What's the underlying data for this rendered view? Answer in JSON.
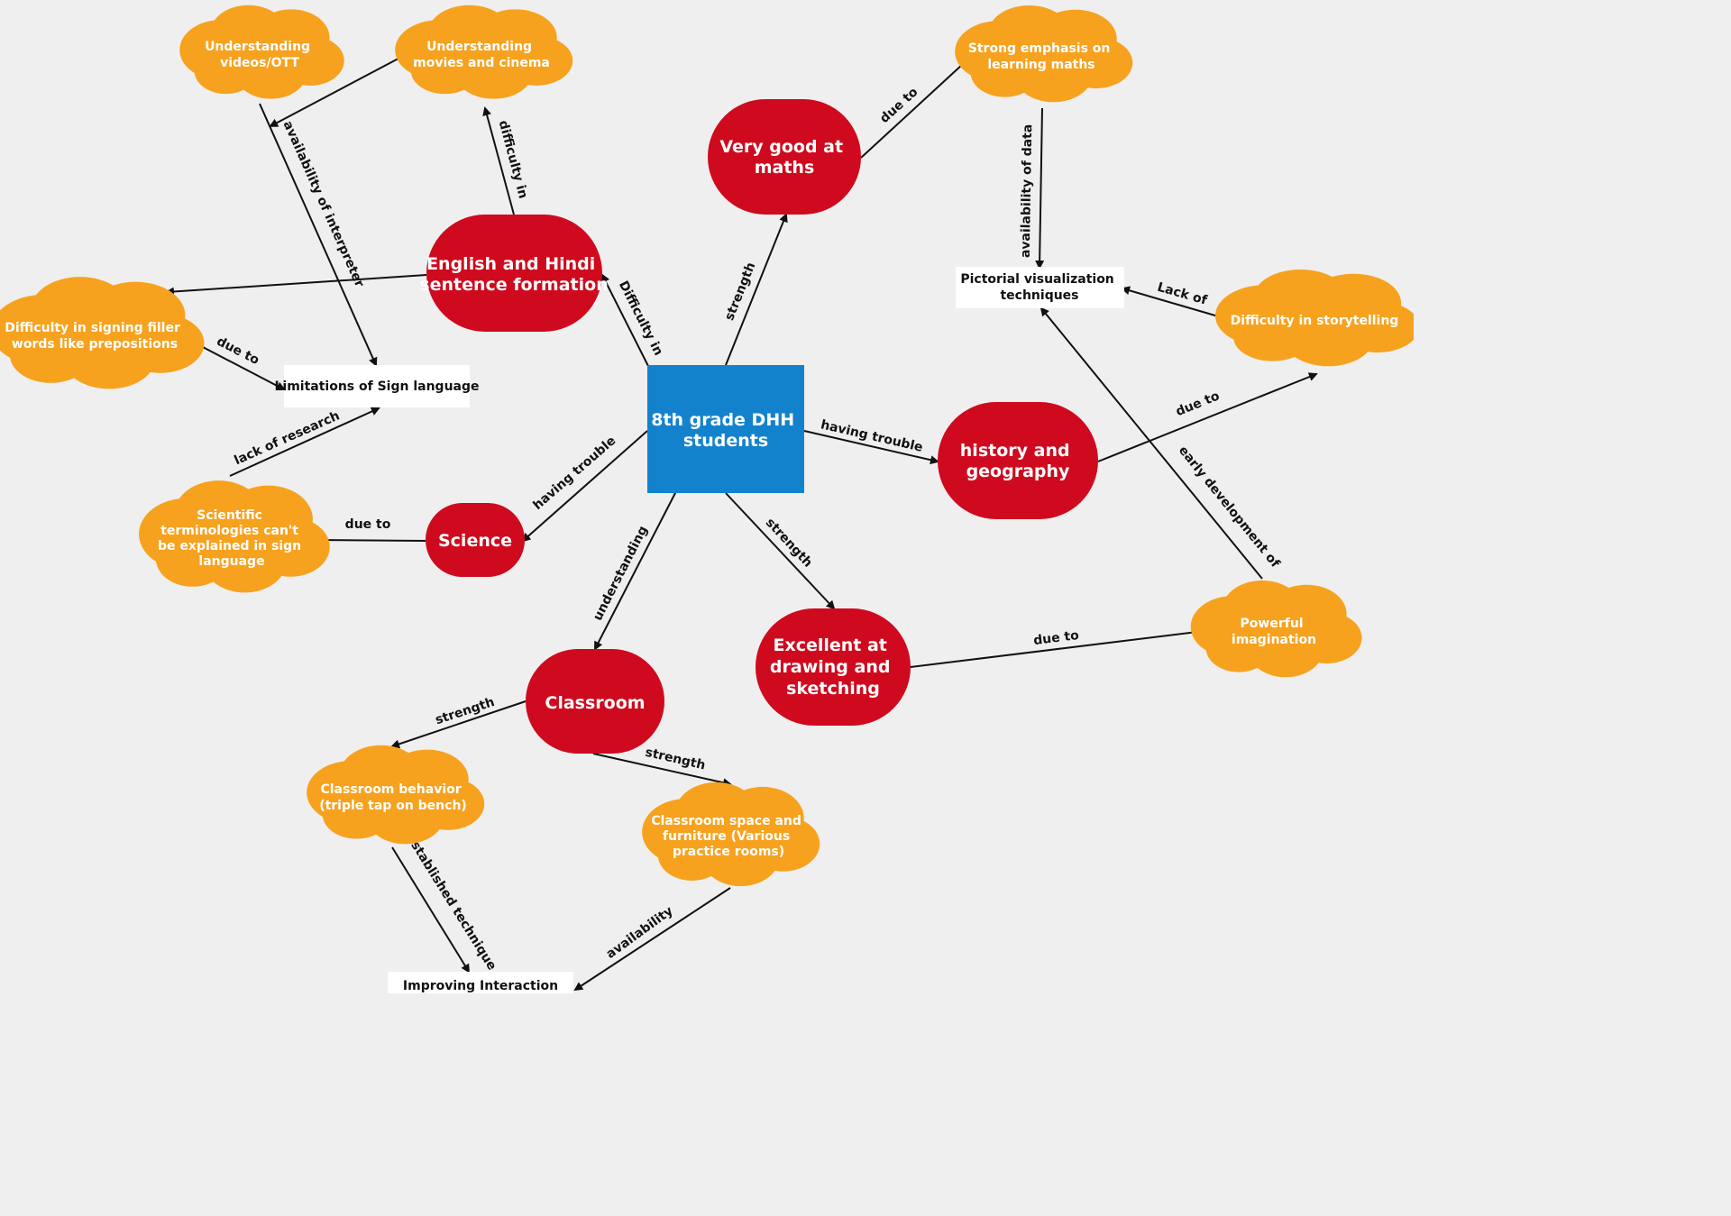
{
  "nodes": {
    "center": [
      "8th grade DHH",
      "students"
    ],
    "english_hindi": [
      "English and Hindi",
      "sentence formation"
    ],
    "maths": [
      "Very good at",
      "maths"
    ],
    "history": [
      "history and",
      "geography"
    ],
    "science": [
      "Science"
    ],
    "classroom": [
      "Classroom"
    ],
    "drawing": [
      "Excellent at",
      "drawing and",
      "sketching"
    ],
    "understanding_videos": [
      "Understanding",
      "videos/OTT"
    ],
    "understanding_movies": [
      "Understanding",
      "movies and cinema"
    ],
    "strong_emphasis": [
      "Strong emphasis on",
      "learning maths"
    ],
    "difficulty_filler": [
      "Difficulty in signing filler",
      "words like prepositions"
    ],
    "limitations": [
      "Limitations of Sign language"
    ],
    "pictorial": [
      "Pictorial visualization",
      "techniques"
    ],
    "difficulty_story": [
      "Difficulty in storytelling"
    ],
    "scientific": [
      "Scientific",
      "terminologies can't",
      "be explained in sign",
      "language"
    ],
    "powerful": [
      "Powerful",
      "imagination"
    ],
    "classroom_behavior": [
      "Classroom behavior",
      "(triple tap on bench)"
    ],
    "classroom_space": [
      "Classroom space and",
      "furniture (Various",
      "practice rooms)"
    ],
    "improving": [
      "Improving Interaction"
    ]
  },
  "edge_labels": {
    "difficulty_in_upper": "difficulty in",
    "difficulty_in_center": "Difficulty in",
    "availability_of_interpreter": "availability of interpreter",
    "due_to_filler": "due to",
    "lack_of_research": "lack of research",
    "due_to_science": "due to",
    "having_trouble_science": "having trouble",
    "understanding": "understanding",
    "strength_maths": "strength",
    "due_to_maths": "due to",
    "availability_of_data": "availability of data",
    "lack_of": "Lack of",
    "having_trouble_history": "having trouble",
    "due_to_history": "due to",
    "early_development_of": "early development of",
    "strength_drawing": "strength",
    "due_to_drawing": "due to",
    "strength_classroom_left": "strength",
    "strength_classroom_right": "strength",
    "established_technique": "established technique",
    "availability": "availability"
  }
}
